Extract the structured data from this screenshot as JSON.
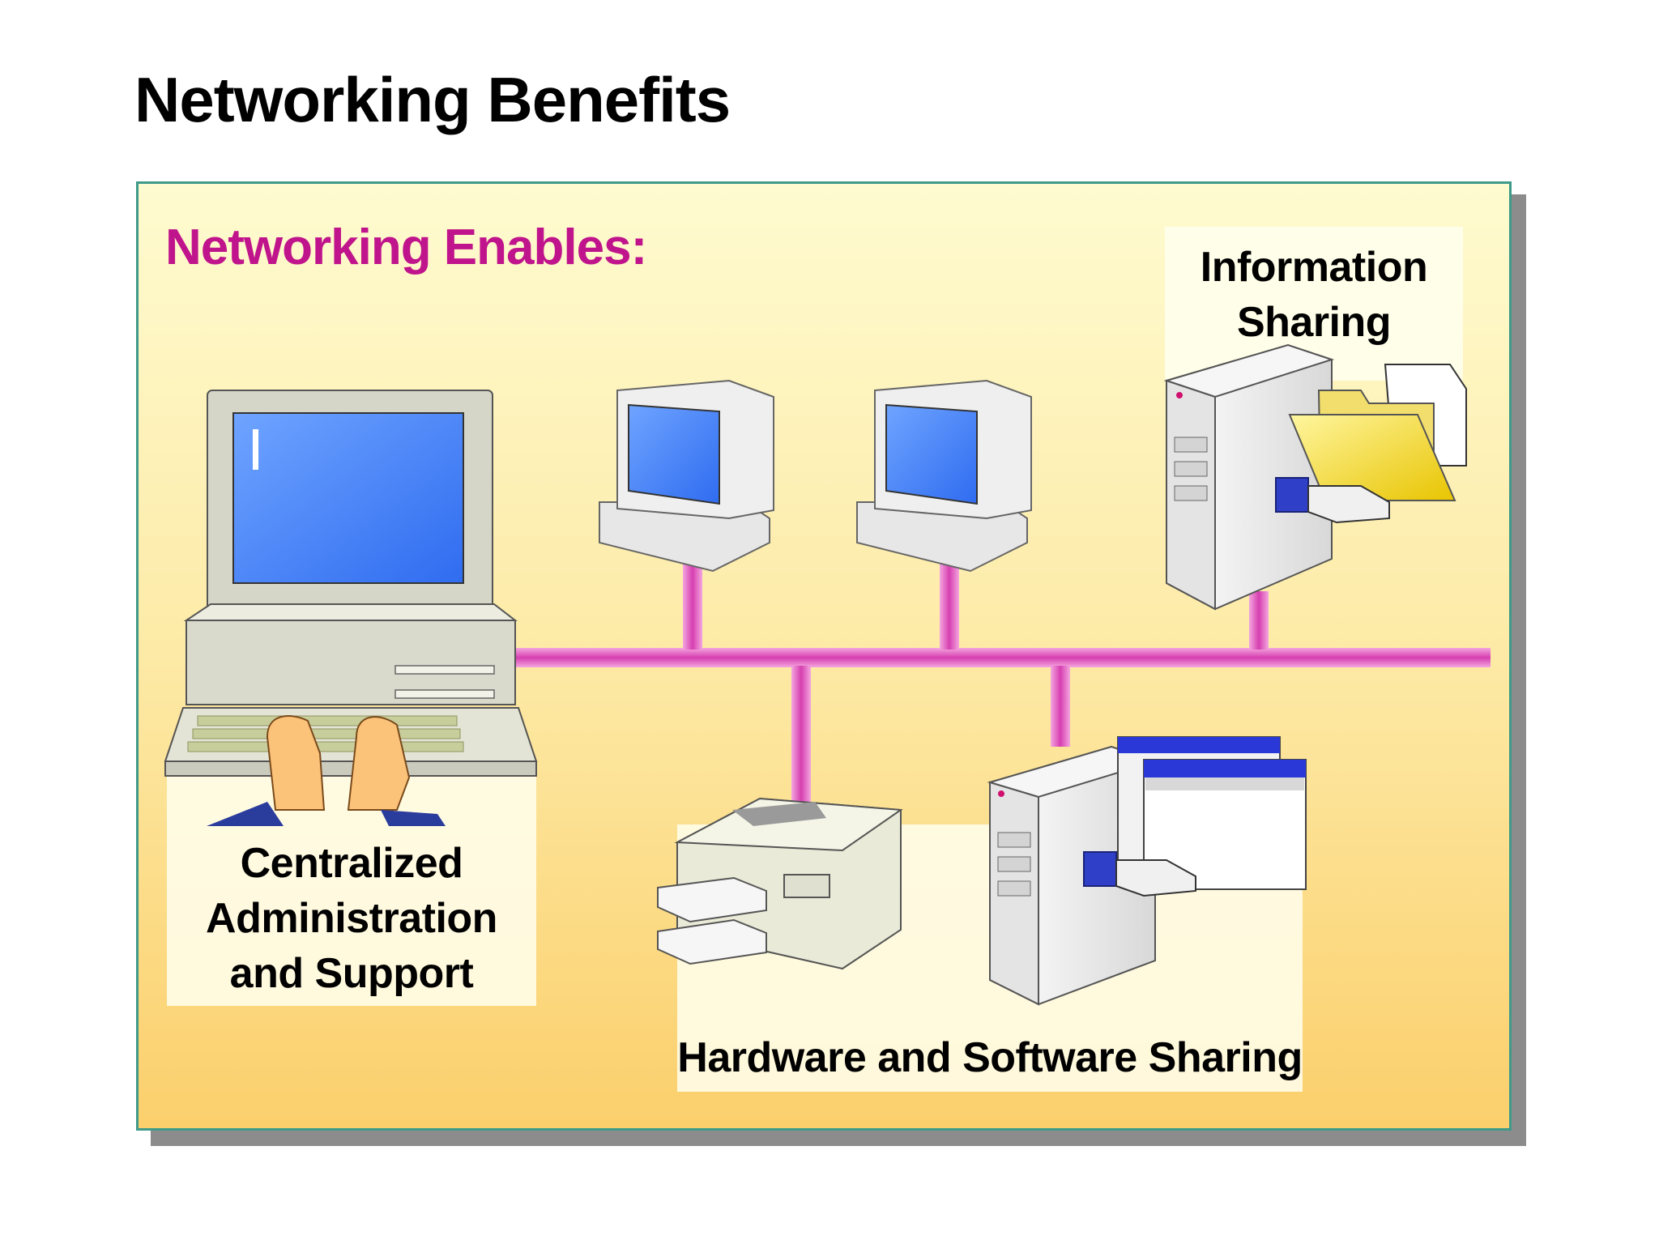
{
  "slide": {
    "title": "Networking Benefits",
    "subtitle": "Networking Enables:"
  },
  "labels": {
    "info_line1": "Information",
    "info_line2": "Sharing",
    "admin_line1": "Centralized",
    "admin_line2": "Administration",
    "admin_line3": "and Support",
    "hw_sw": "Hardware and Software Sharing"
  },
  "colors": {
    "title": "#000000",
    "subtitle": "#c0148c",
    "network_cable": "#e060c0",
    "panel_border": "#3f9a8a",
    "screen": "#4a8cf8"
  }
}
